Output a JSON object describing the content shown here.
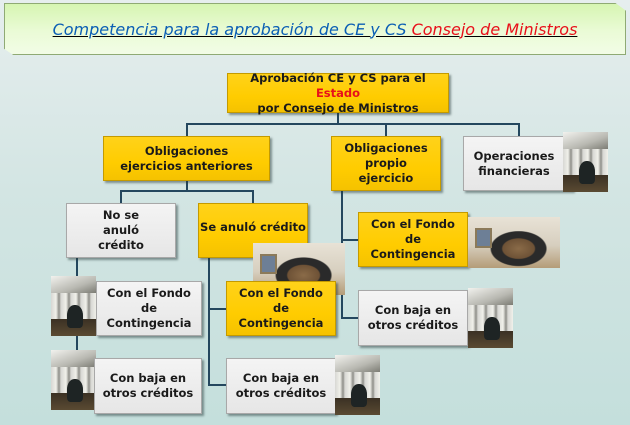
{
  "title": {
    "part1": "Competencia para la aprobación de CE y CS ",
    "part2": "Consejo de Ministros",
    "colors": {
      "part1": "#0b5fb4",
      "part2": "#e8101a"
    }
  },
  "diagram": {
    "root": {
      "line1_prefix": "Aprobación CE y CS para el ",
      "line1_highlight": "Estado",
      "line2": "por Consejo de Ministros"
    },
    "level1": [
      {
        "label": "Obligaciones ejercicios anteriores",
        "color": "yellow"
      },
      {
        "label": "Obligaciones propio ejercicio",
        "color": "yellow"
      },
      {
        "label": "Operaciones financieras",
        "color": "grey",
        "image": "building-photo"
      }
    ],
    "level2_anteriores": [
      {
        "label": "No se anuló crédito",
        "color": "grey"
      },
      {
        "label": "Se anuló crédito",
        "color": "yellow",
        "image": "meeting-photo"
      }
    ],
    "no_anulo_children": [
      {
        "label": "Con el Fondo de Contingencia",
        "color": "grey",
        "image": "building-photo"
      },
      {
        "label": "Con baja en otros créditos",
        "color": "grey",
        "image": "building-photo"
      }
    ],
    "si_anulo_children": [
      {
        "label": "Con el Fondo de Contingencia",
        "color": "yellow"
      },
      {
        "label": "Con baja en otros créditos",
        "color": "grey",
        "image": "building-photo"
      }
    ],
    "propio_children": [
      {
        "label": "Con el Fondo de Contingencia",
        "color": "yellow",
        "image": "meeting-photo"
      },
      {
        "label": "Con baja en otros créditos",
        "color": "grey",
        "image": "building-photo"
      }
    ],
    "colors": {
      "yellow": "#ffcc00",
      "grey": "#e6e6e6",
      "connector": "#24475e",
      "highlight": "#e8101a"
    }
  }
}
